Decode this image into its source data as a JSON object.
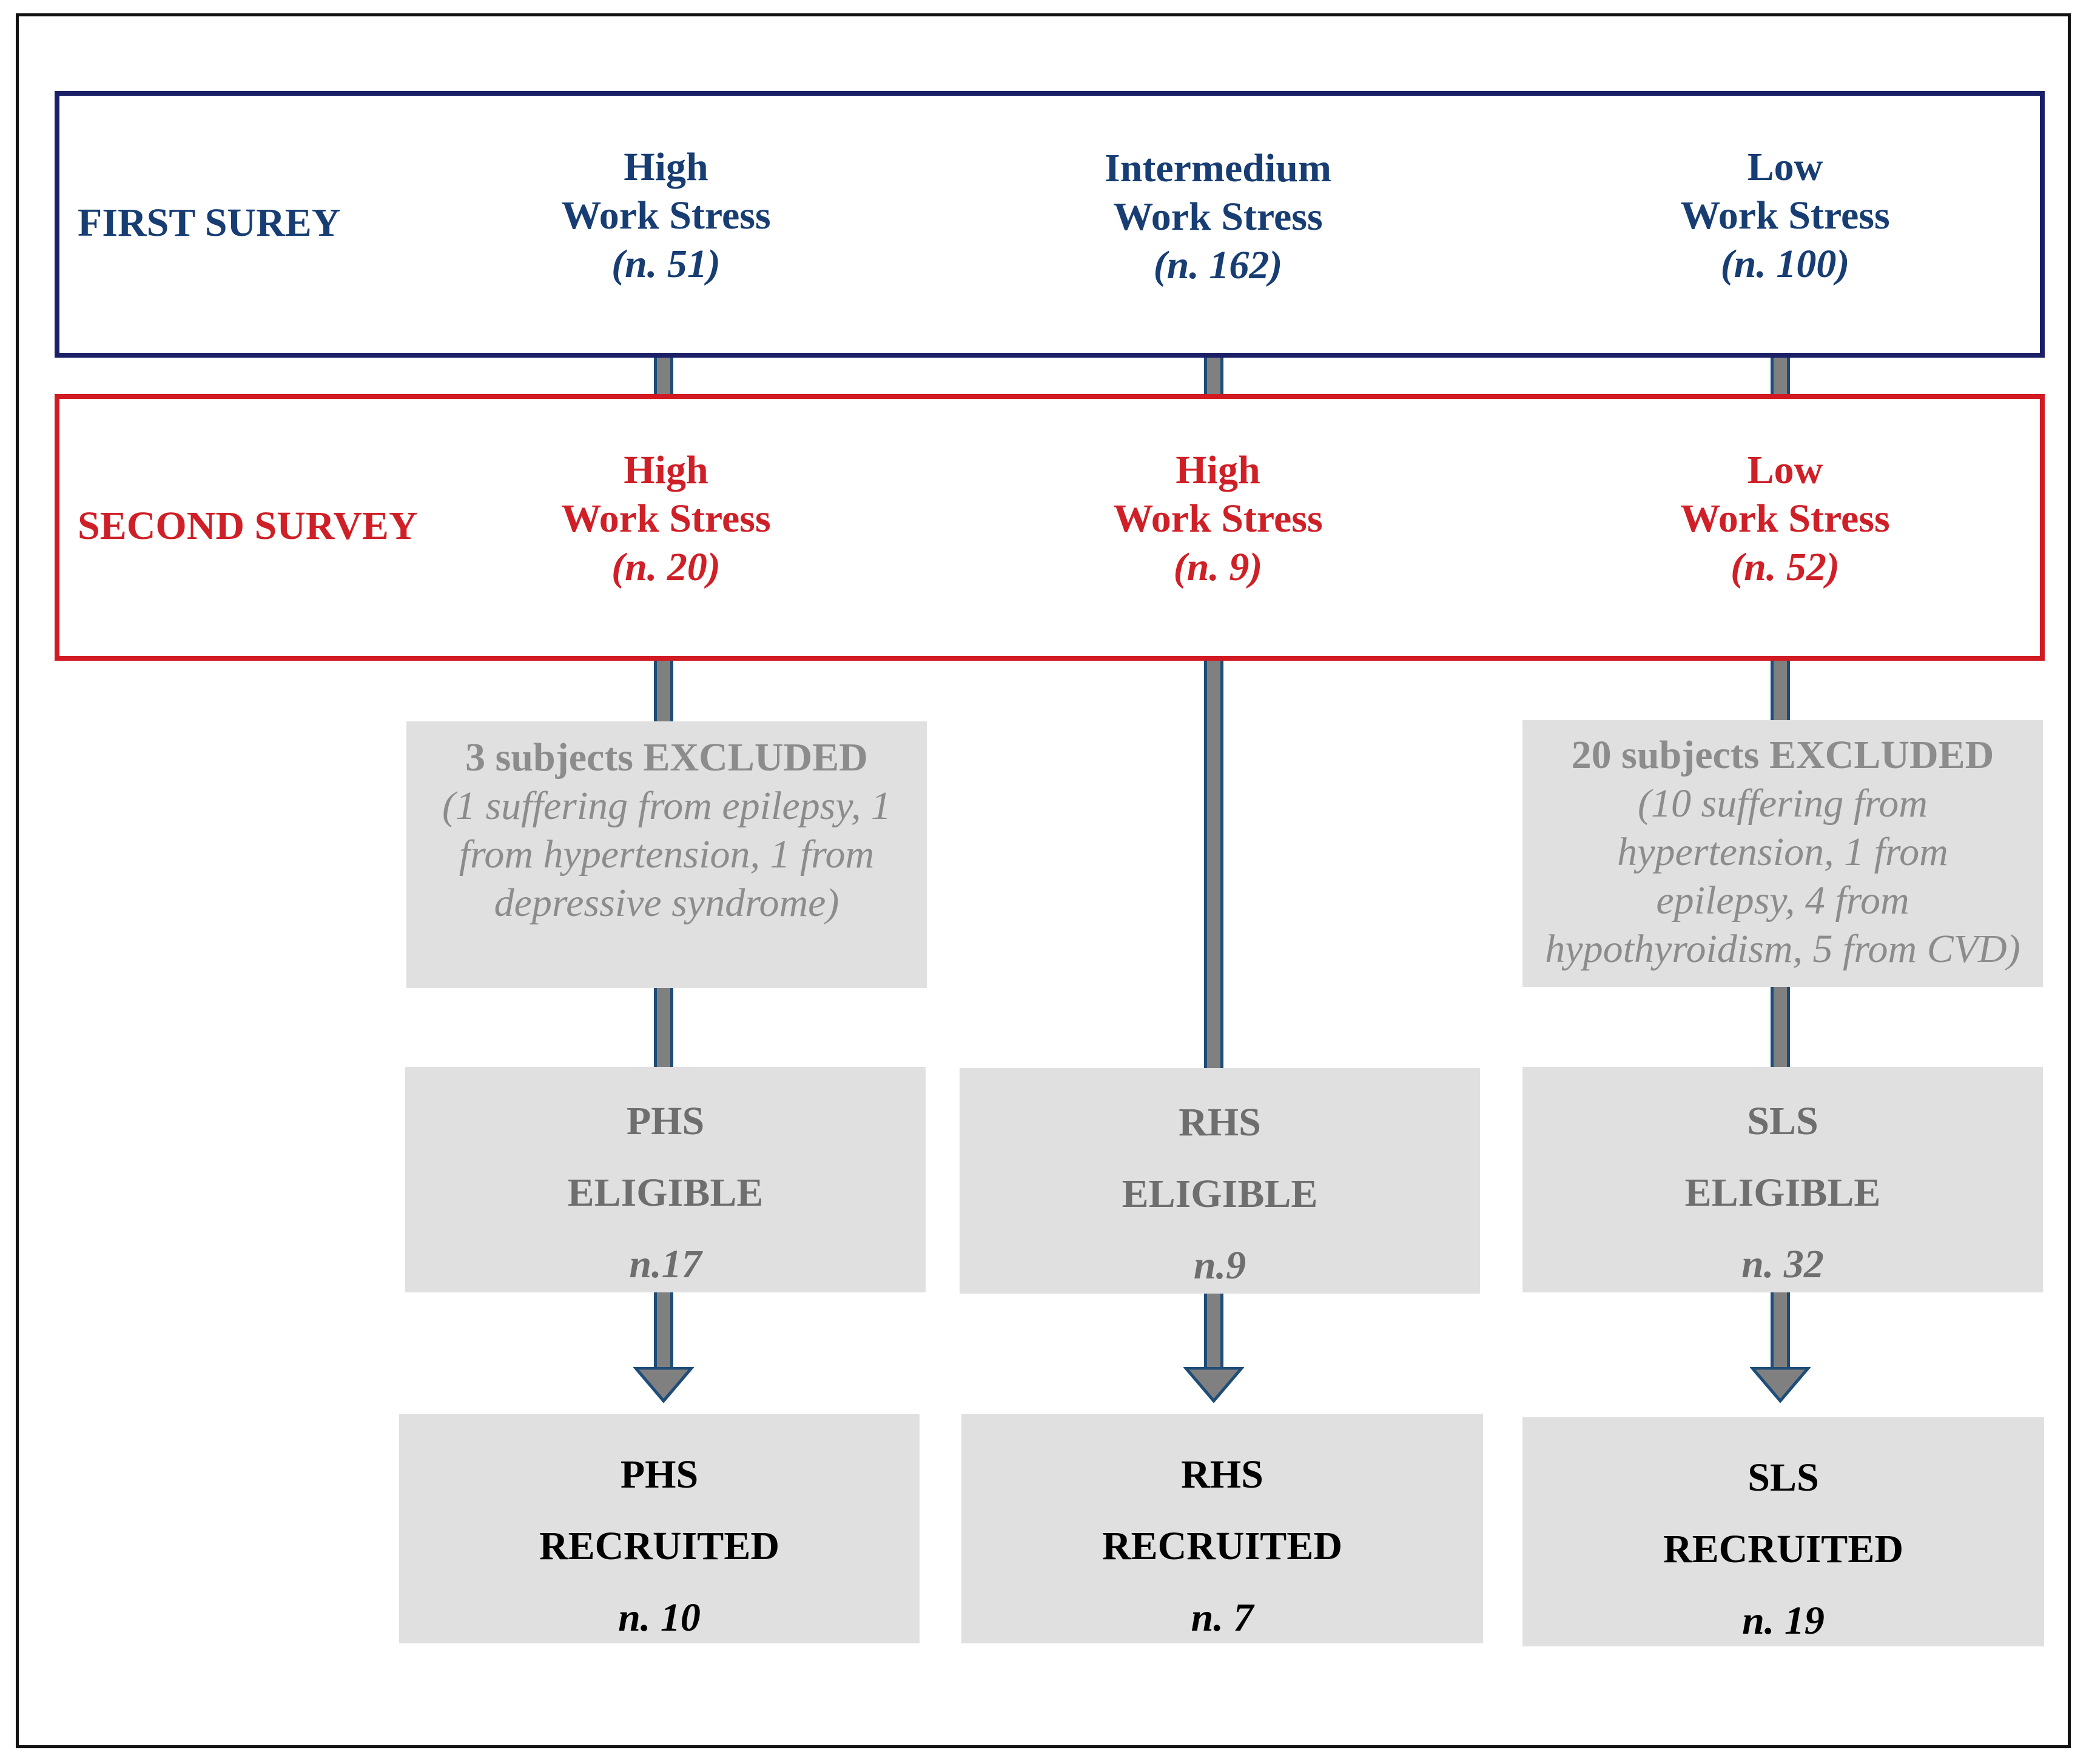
{
  "first_survey": {
    "title": "FIRST SUREY",
    "groups": [
      {
        "level": "High",
        "label": "Work Stress",
        "n": "(n. 51)"
      },
      {
        "level": "Intermedium",
        "label": "Work Stress",
        "n": "(n. 162)"
      },
      {
        "level": "Low",
        "label": "Work Stress",
        "n": "(n. 100)"
      }
    ]
  },
  "second_survey": {
    "title": "SECOND SURVEY",
    "groups": [
      {
        "level": "High",
        "label": "Work Stress",
        "n": "(n. 20)"
      },
      {
        "level": "High",
        "label": "Work Stress",
        "n": "(n. 9)"
      },
      {
        "level": "Low",
        "label": "Work Stress",
        "n": "(n. 52)"
      }
    ]
  },
  "exclusions": [
    {
      "head": "3 subjects EXCLUDED",
      "lines": [
        "(1 suffering from epilepsy, 1",
        "from hypertension, 1 from",
        "depressive syndrome)"
      ]
    },
    {
      "head": "20 subjects EXCLUDED",
      "lines": [
        "(10 suffering from",
        "hypertension, 1 from",
        "epilepsy, 4 from",
        "hypothyroidism, 5 from CVD)"
      ]
    }
  ],
  "eligible": [
    {
      "group": "PHS",
      "status": "ELIGIBLE",
      "n": "n.17"
    },
    {
      "group": "RHS",
      "status": "ELIGIBLE",
      "n": "n.9"
    },
    {
      "group": "SLS",
      "status": "ELIGIBLE",
      "n": "n. 32"
    }
  ],
  "recruited": [
    {
      "group": "PHS",
      "status": "RECRUITED",
      "n": "n. 10"
    },
    {
      "group": "RHS",
      "status": "RECRUITED",
      "n": "n. 7"
    },
    {
      "group": "SLS",
      "status": "RECRUITED",
      "n": "n. 19"
    }
  ],
  "colors": {
    "first_survey": "#1b1f66",
    "first_text": "#173d73",
    "second_survey": "#cf1f27",
    "connector": "#808080",
    "connector_border": "#1e4d78",
    "box_fill": "#e0e0e0"
  }
}
